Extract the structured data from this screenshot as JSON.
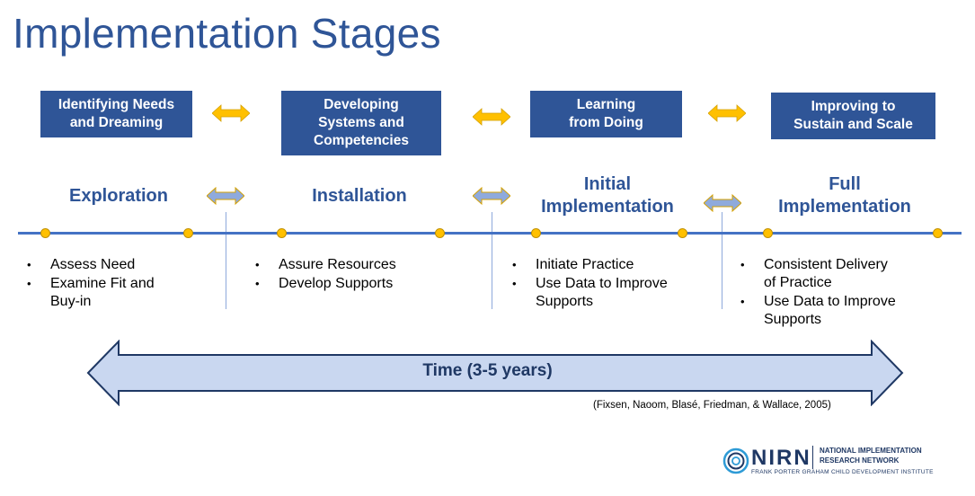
{
  "title": "Implementation Stages",
  "process_boxes": [
    {
      "label": "Identifying Needs\nand Dreaming"
    },
    {
      "label": "Developing\nSystems and\nCompetencies"
    },
    {
      "label": "Learning\nfrom Doing"
    },
    {
      "label": "Improving to\nSustain and Scale"
    }
  ],
  "stages": [
    {
      "name": "Exploration",
      "bullets": [
        "Assess Need",
        "Examine Fit and\nBuy-in"
      ]
    },
    {
      "name": "Installation",
      "bullets": [
        "Assure Resources",
        "Develop Supports"
      ]
    },
    {
      "name": "Initial\nImplementation",
      "bullets": [
        "Initiate Practice",
        "Use Data to Improve\nSupports"
      ]
    },
    {
      "name": "Full\nImplementation",
      "bullets": [
        "Consistent Delivery\nof Practice",
        "Use Data to Improve\nSupports"
      ]
    }
  ],
  "time_label": "Time (3-5 years)",
  "citation": "(Fixsen, Naoom, Blasé, Friedman, & Wallace, 2005)",
  "logo": {
    "wordmark": "NIRN",
    "line1": "NATIONAL IMPLEMENTATION",
    "line2": "RESEARCH NETWORK",
    "line3": "FRANK PORTER GRAHAM CHILD DEVELOPMENT INSTITUTE"
  },
  "colors": {
    "primary": "#2f5597",
    "accent_arrow": "#ffc000",
    "stage_arrow": "#8faadc",
    "time_arrow_fill": "#c9d7f0"
  }
}
